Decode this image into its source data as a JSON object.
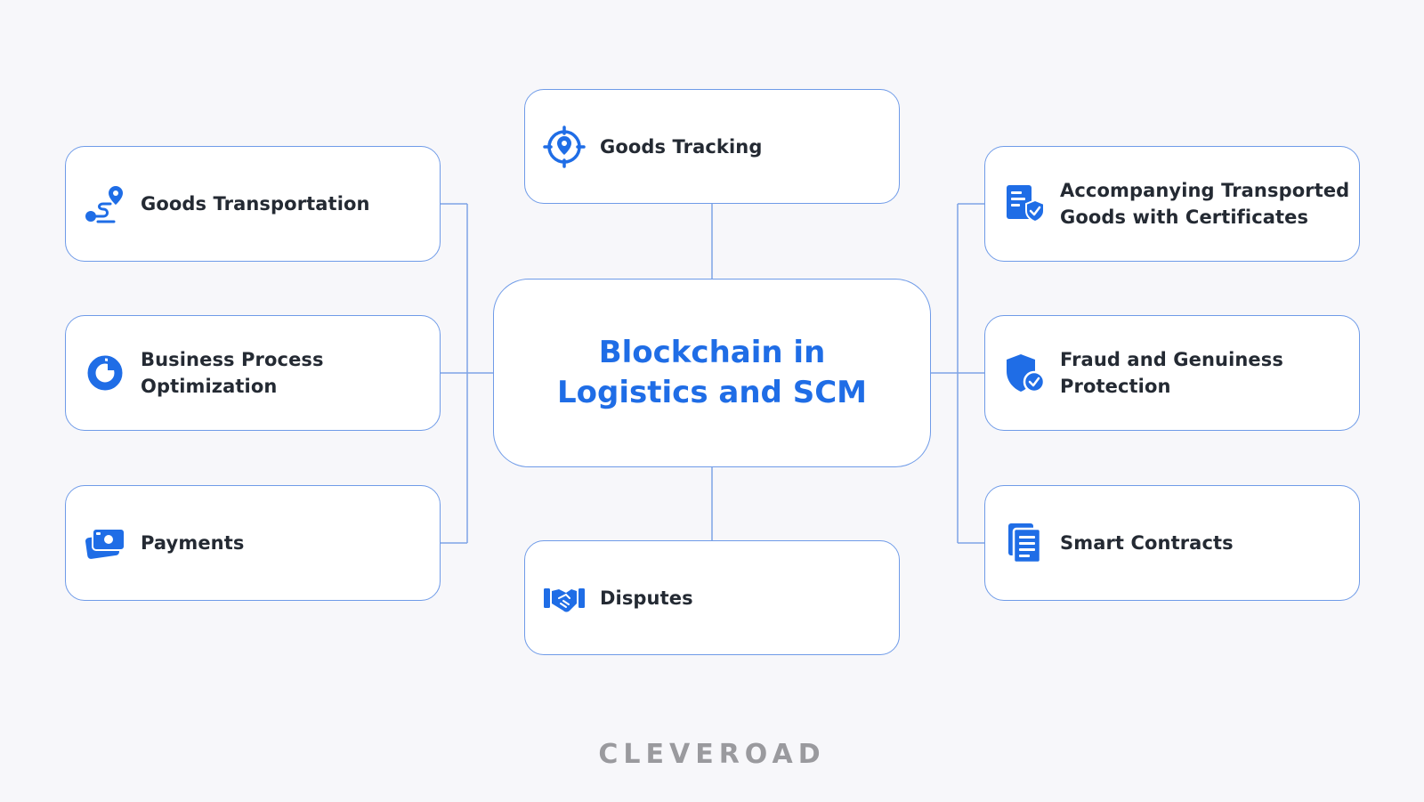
{
  "diagram": {
    "center": {
      "title": "Blockchain in\nLogistics and SCM"
    },
    "nodes": [
      {
        "id": "goods-transportation",
        "label": "Goods Transportation",
        "icon": "route-pin-icon"
      },
      {
        "id": "business-process-optimization",
        "label": "Business Process\nOptimization",
        "icon": "pie-chart-icon"
      },
      {
        "id": "payments",
        "label": "Payments",
        "icon": "money-bills-icon"
      },
      {
        "id": "goods-tracking",
        "label": "Goods Tracking",
        "icon": "location-target-icon"
      },
      {
        "id": "disputes",
        "label": "Disputes",
        "icon": "handshake-icon"
      },
      {
        "id": "certificates",
        "label": "Accompanying Transported\nGoods with Certificates",
        "icon": "certificate-shield-icon"
      },
      {
        "id": "fraud-protection",
        "label": "Fraud and Genuiness\nProtection",
        "icon": "shield-check-icon"
      },
      {
        "id": "smart-contracts",
        "label": "Smart Contracts",
        "icon": "documents-icon"
      }
    ],
    "edges": [
      {
        "from": "center",
        "to": "goods-transportation"
      },
      {
        "from": "center",
        "to": "business-process-optimization"
      },
      {
        "from": "center",
        "to": "payments"
      },
      {
        "from": "center",
        "to": "goods-tracking"
      },
      {
        "from": "center",
        "to": "disputes"
      },
      {
        "from": "center",
        "to": "certificates"
      },
      {
        "from": "center",
        "to": "fraud-protection"
      },
      {
        "from": "center",
        "to": "smart-contracts"
      }
    ]
  },
  "brand": {
    "name": "CLEVEROAD"
  },
  "colors": {
    "accent": "#1f6de6",
    "border": "#6f9be8",
    "text": "#242a33",
    "background": "#f7f7fa",
    "brand": "#9a9a9e"
  }
}
